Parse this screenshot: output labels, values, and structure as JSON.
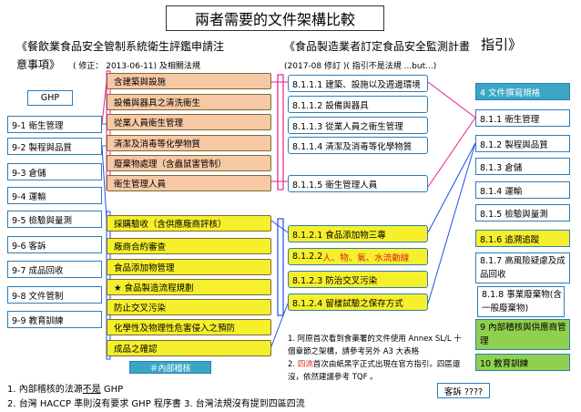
{
  "title": "兩者需要的文件架構比較",
  "left_header": {
    "line1": "《餐飲業食品安全管制系統衛生評鑑申請注",
    "line2": "意事項》",
    "sub": "( 修正： 2013-06-11) 及相關法規"
  },
  "right_header": {
    "line1": "《食品製造業者訂定食品安全監測計畫",
    "big": "指引》",
    "sub": "(2017-08 修訂 )( 指引不是法規 ...but...)"
  },
  "ghp_label": "GHP",
  "left_items": [
    "9-1 衛生管理",
    "9-2 製程與品質",
    "9-3 倉儲",
    "9-4 運輸",
    "9-5 檢驗與量測",
    "9-6 客訴",
    "9-7 成品回收",
    "9-8 文件管制",
    "9-9 教育訓練"
  ],
  "center_top": [
    "含建築與設施",
    "設備與器具之清洗衛生",
    "從業人員衛生管理",
    "清潔及消毒等化學物質",
    "廢棄物處理（含蟲鼠害管制）",
    "衛生管理人員"
  ],
  "center_bottom": [
    "採購驗收（含供應廠商評核）",
    "廠商合約審查",
    "食品添加物管理",
    "★ 食品製造流程規劃",
    "防止交叉污染",
    "化學性及物理性危害侵入之預防",
    "成品之確認"
  ],
  "internal_audit_tag": "＃內部稽核",
  "mid_top": [
    "8.1.1.1 建築、設施以及週邊環境",
    "8.1.1.2 設備與器具",
    "8.1.1.3 從業人員之衛生管理",
    "8.1.1.4 清潔及消毒等化學物質",
    "8.1.1.5 衛生管理人員"
  ],
  "mid_bottom": [
    {
      "text": "8.1.2.1 食品添加物三專",
      "red": ""
    },
    {
      "text": "8.1.2.2 ",
      "red": "人、物、氣、水流動線"
    },
    {
      "text": "8.1.2.3 防治交叉污染",
      "red": ""
    },
    {
      "text": "8.1.2.4 留樣試驗之保存方式",
      "red": ""
    }
  ],
  "right_items": {
    "doc_spec": "4 文件撰寫規格",
    "r1": "8.1.1 衛生管理",
    "r2": "8.1.2 製程與品質",
    "r3": "8.1.3 倉儲",
    "r4": "8.1.4 運輸",
    "r5": "8.1.5 檢驗與量測",
    "r6": "8.1.6 追溯追蹤",
    "r7": "8.1.7 高風險疑慮及成品回收",
    "r8": "8.1.8 事業廢棄物(含一般廢棄物)",
    "r9": "9 內部稽核與供應商管理",
    "r10": "10 教育訓練",
    "complaint": "客訴 ????"
  },
  "note": {
    "line1": "1. 阿原首次看到食藥署的文件使用 Annex SL/L 十個章節之架構，請參考另外 A3 大表格",
    "line2_prefix": "2. ",
    "line2_red": "四流",
    "line2_rest": "首次由紙黑字正式出現在官方指引。四區還沒，依然建議參考 TQF 。"
  },
  "footer": {
    "f1_pre": "1. 內部稽核的法源",
    "f1_u": "不是",
    "f1_post": " GHP",
    "f2": "2. 台灣 HACCP 準則沒有要求 GHP 程序書   3. 台灣法規沒有提到四區四流"
  },
  "colors": {
    "blue_border": "#2e7db5",
    "salmon": "#f7c8a4",
    "yellow": "#f5ef2c",
    "green": "#8fd14f",
    "teal": "#3aa6c4",
    "red": "#e02020"
  }
}
